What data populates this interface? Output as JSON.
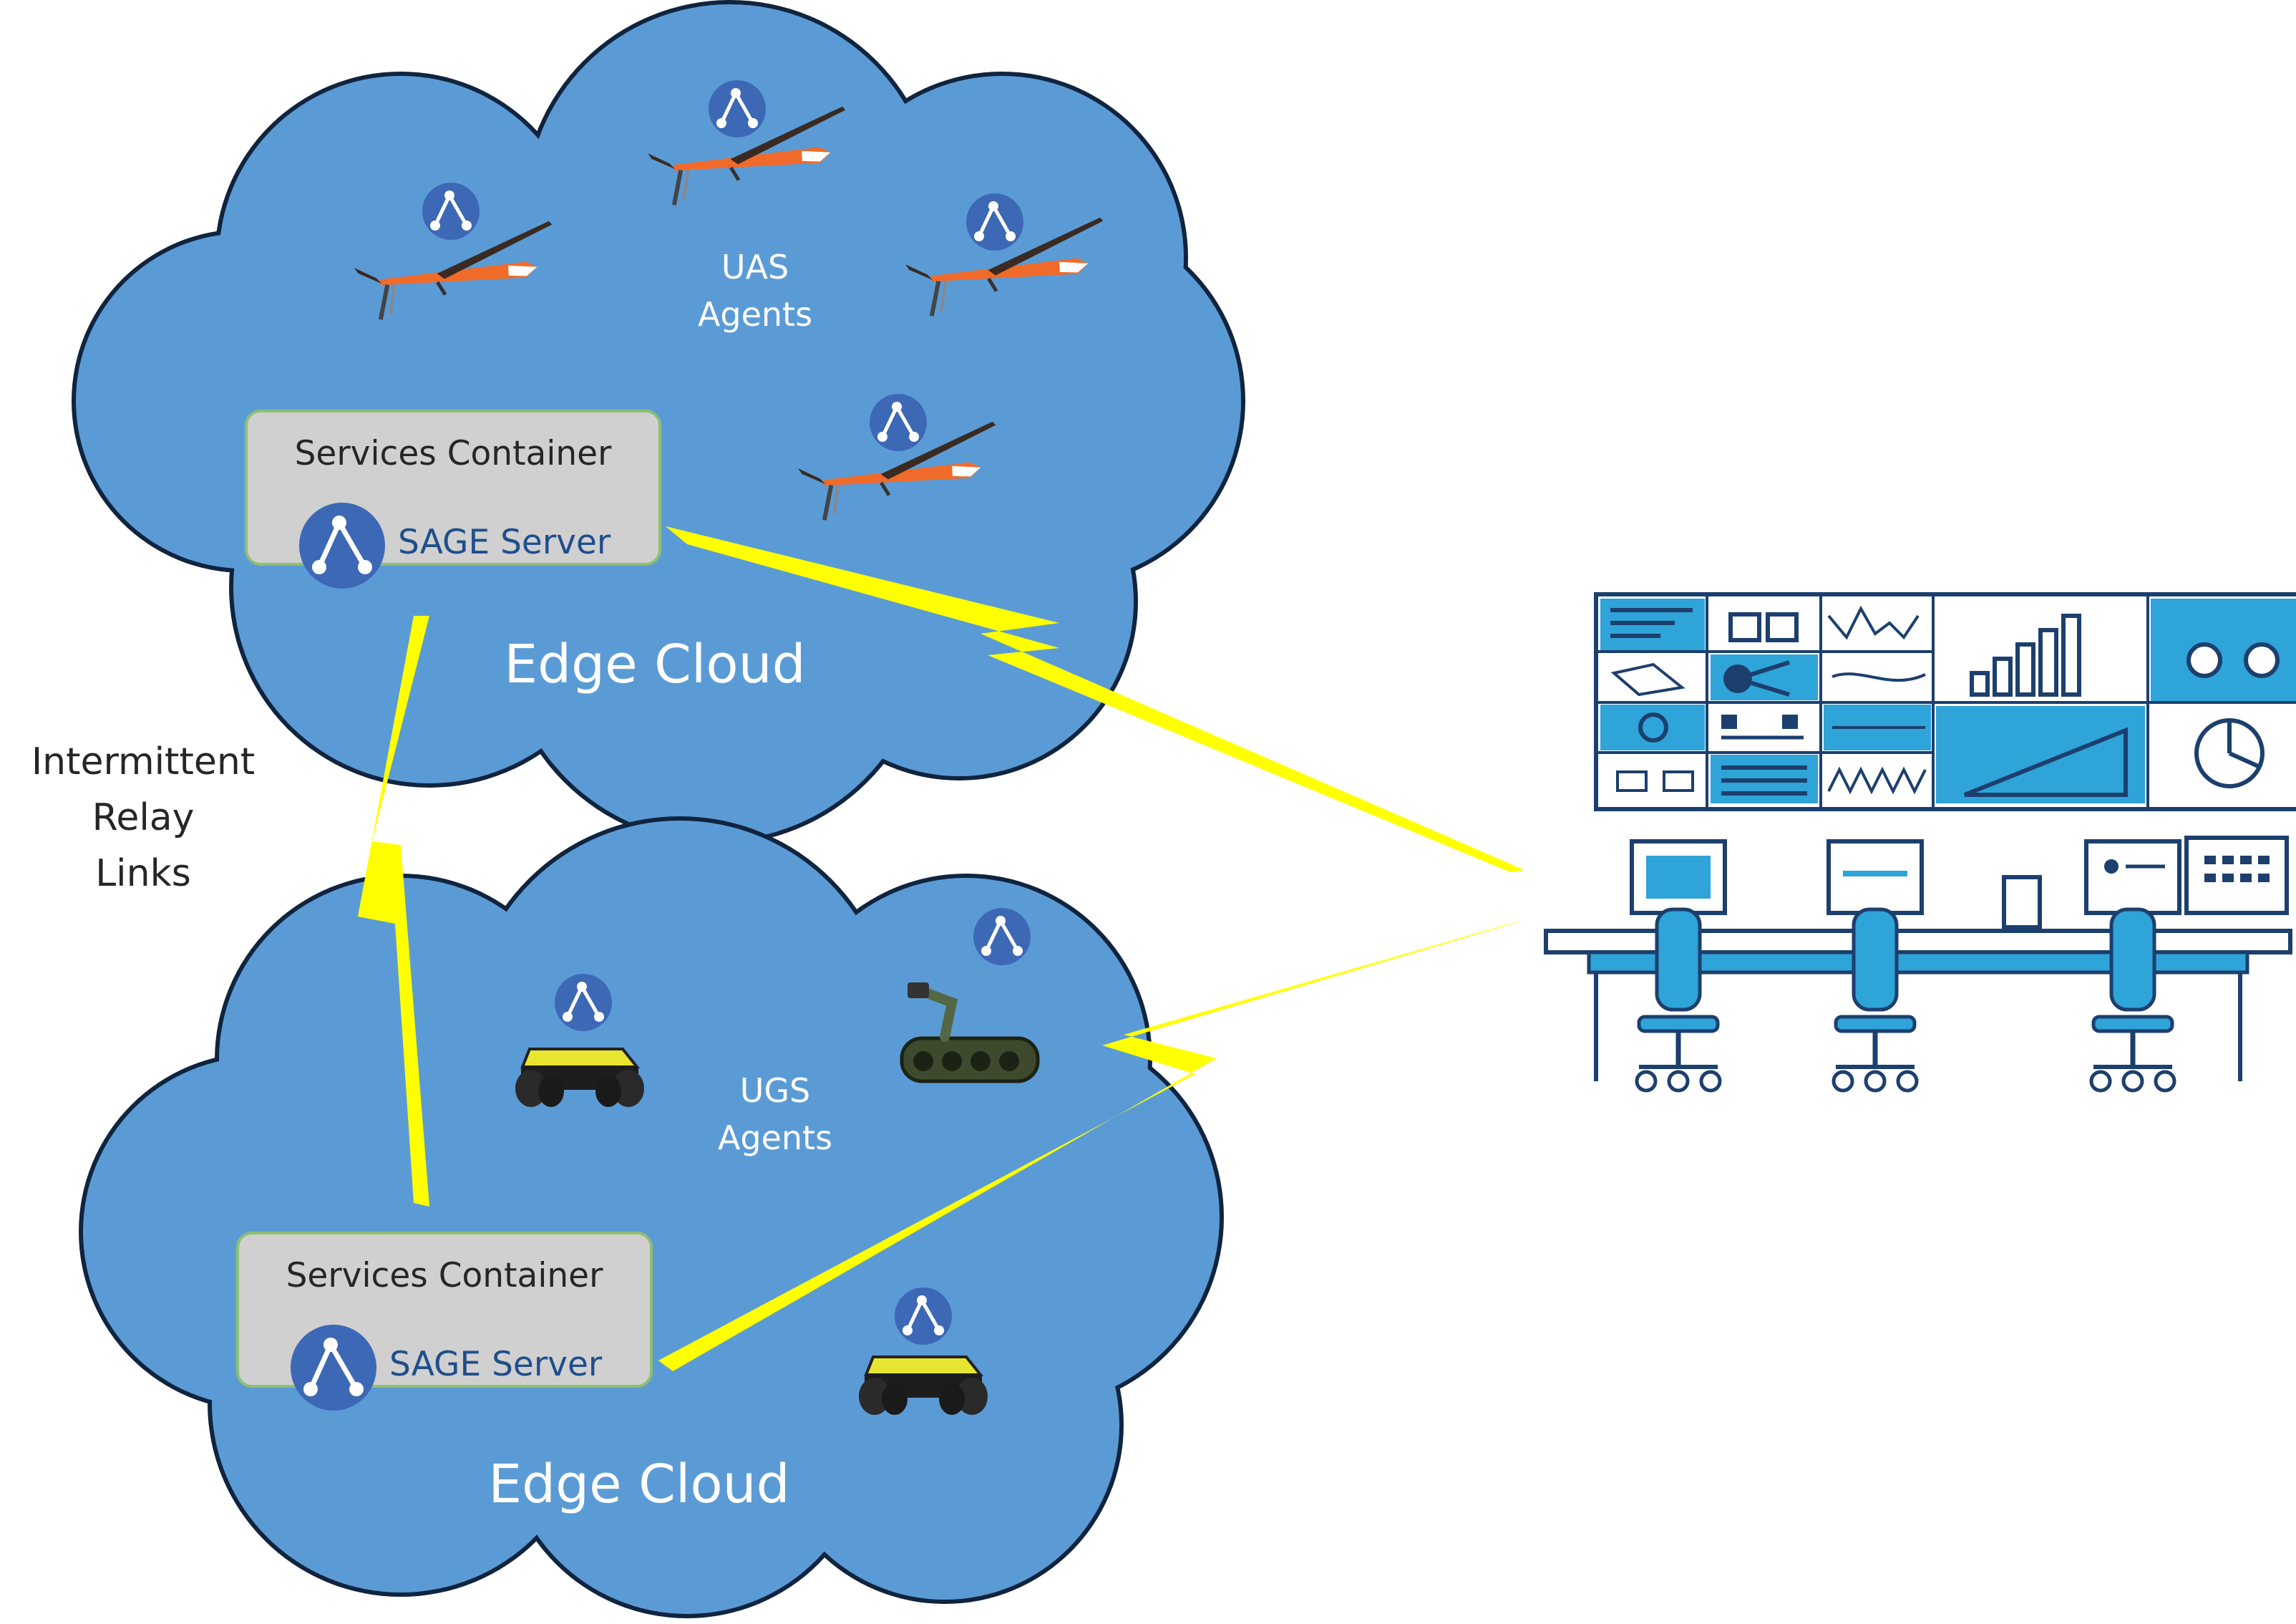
{
  "top_cloud": {
    "label": "Edge Cloud",
    "agents_line1": "UAS",
    "agents_line2": "Agents",
    "services": {
      "title": "Services Container",
      "server": "SAGE Server"
    }
  },
  "bottom_cloud": {
    "label": "Edge Cloud",
    "agents_line1": "UGS",
    "agents_line2": "Agents",
    "services": {
      "title": "Services Container",
      "server": "SAGE Server"
    }
  },
  "relay": {
    "line1": "Intermittent",
    "line2": "Relay",
    "line3": "Links"
  },
  "colors": {
    "cloud": "#5b9bd5",
    "cloud_outline": "#10243f",
    "lightning": "#ffff00",
    "ops_center": "#2ea4d8",
    "sage_logo": "#3d68b5"
  },
  "icons": {
    "uas": "fixed-wing-drone-icon",
    "ugs": "ground-robot-icon",
    "agent_badge": "sage-agent-icon",
    "operations_center": "operations-center-icon"
  }
}
